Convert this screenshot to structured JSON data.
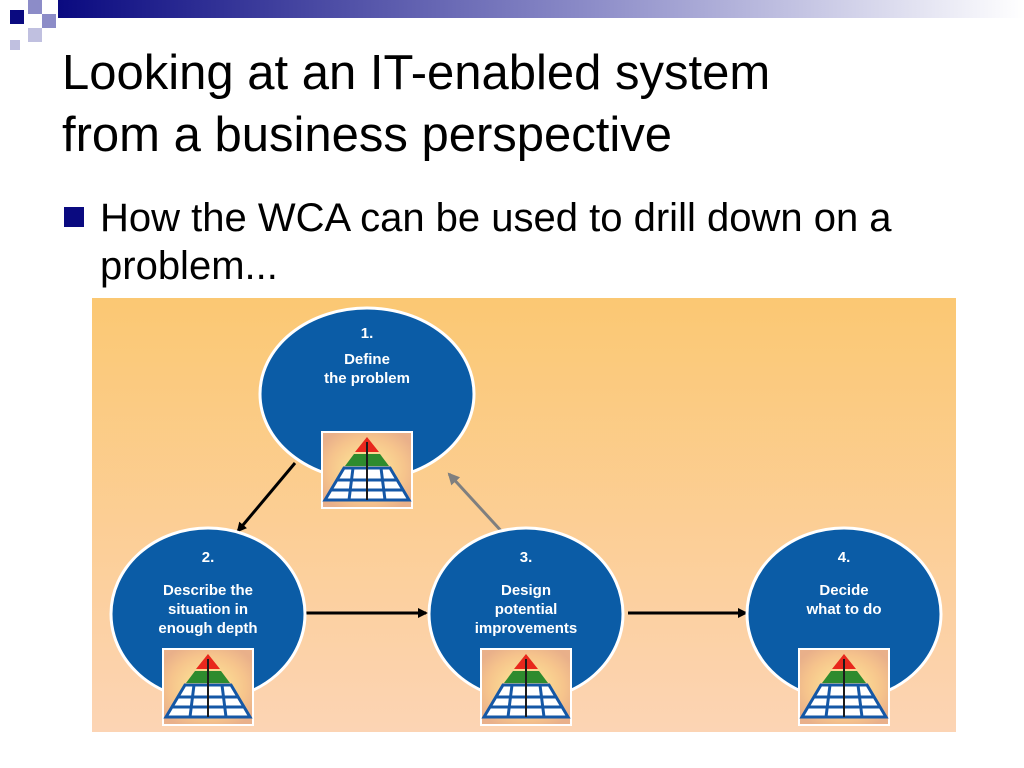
{
  "slide": {
    "title_line1": "Looking at an IT-enabled system",
    "title_line2": "from a business perspective",
    "bullet": "How the WCA can be used to drill down on a problem..."
  },
  "diagram": {
    "steps": [
      {
        "number": "1.",
        "lines": [
          "Define",
          "the problem"
        ]
      },
      {
        "number": "2.",
        "lines": [
          "Describe the",
          "situation in",
          "enough depth"
        ]
      },
      {
        "number": "3.",
        "lines": [
          "Design",
          "potential",
          "improvements"
        ]
      },
      {
        "number": "4.",
        "lines": [
          "Decide",
          "what to do"
        ]
      }
    ]
  },
  "colors": {
    "circle": "#0b5ca6",
    "bullet": "#0a0a80",
    "bg_top": "#fbc873",
    "bg_bottom": "#fcd4b4",
    "pyramid_red": "#e8271c",
    "pyramid_green": "#2e8b2e",
    "pyramid_blue": "#1457a6"
  }
}
